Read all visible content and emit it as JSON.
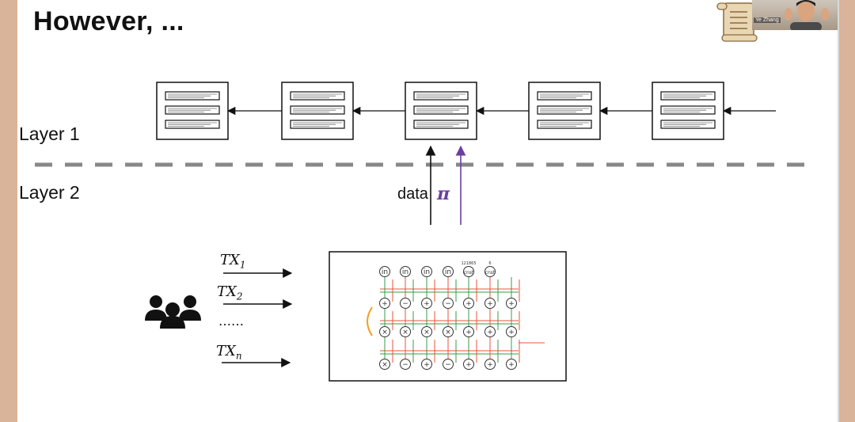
{
  "slide": {
    "title": "However, ...",
    "layer1_label": "Layer 1",
    "layer2_label": "Layer 2",
    "data_label": "data",
    "pi_label": "π",
    "transactions": [
      {
        "base": "TX",
        "sub": "1"
      },
      {
        "base": "TX",
        "sub": "2"
      },
      {
        "base": "",
        "sub": "",
        "dots": "……"
      },
      {
        "base": "TX",
        "sub": "n"
      }
    ],
    "circuit": {
      "top_values": [
        "121865",
        "6"
      ],
      "row1": [
        "in",
        "in",
        "in",
        "in",
        "cnst",
        "cnst"
      ],
      "row2": [
        "+",
        "−",
        "+",
        "−",
        "+",
        "+",
        "+"
      ],
      "row3": [
        "×",
        "×",
        "×",
        "×",
        "+",
        "+",
        "+"
      ],
      "row4": [
        "×",
        "−",
        "+",
        "−",
        "+",
        "+",
        "+"
      ]
    }
  },
  "webcam": {
    "name": "Ye Zhang"
  },
  "colors": {
    "pi": "#6a3fa0",
    "circuit_red": "#e8553a",
    "circuit_green": "#3a9b48",
    "circuit_orange": "#f0a020",
    "dash": "#888888"
  },
  "icons": [
    "scroll-logo-icon",
    "users-icon",
    "arrow-icon"
  ]
}
